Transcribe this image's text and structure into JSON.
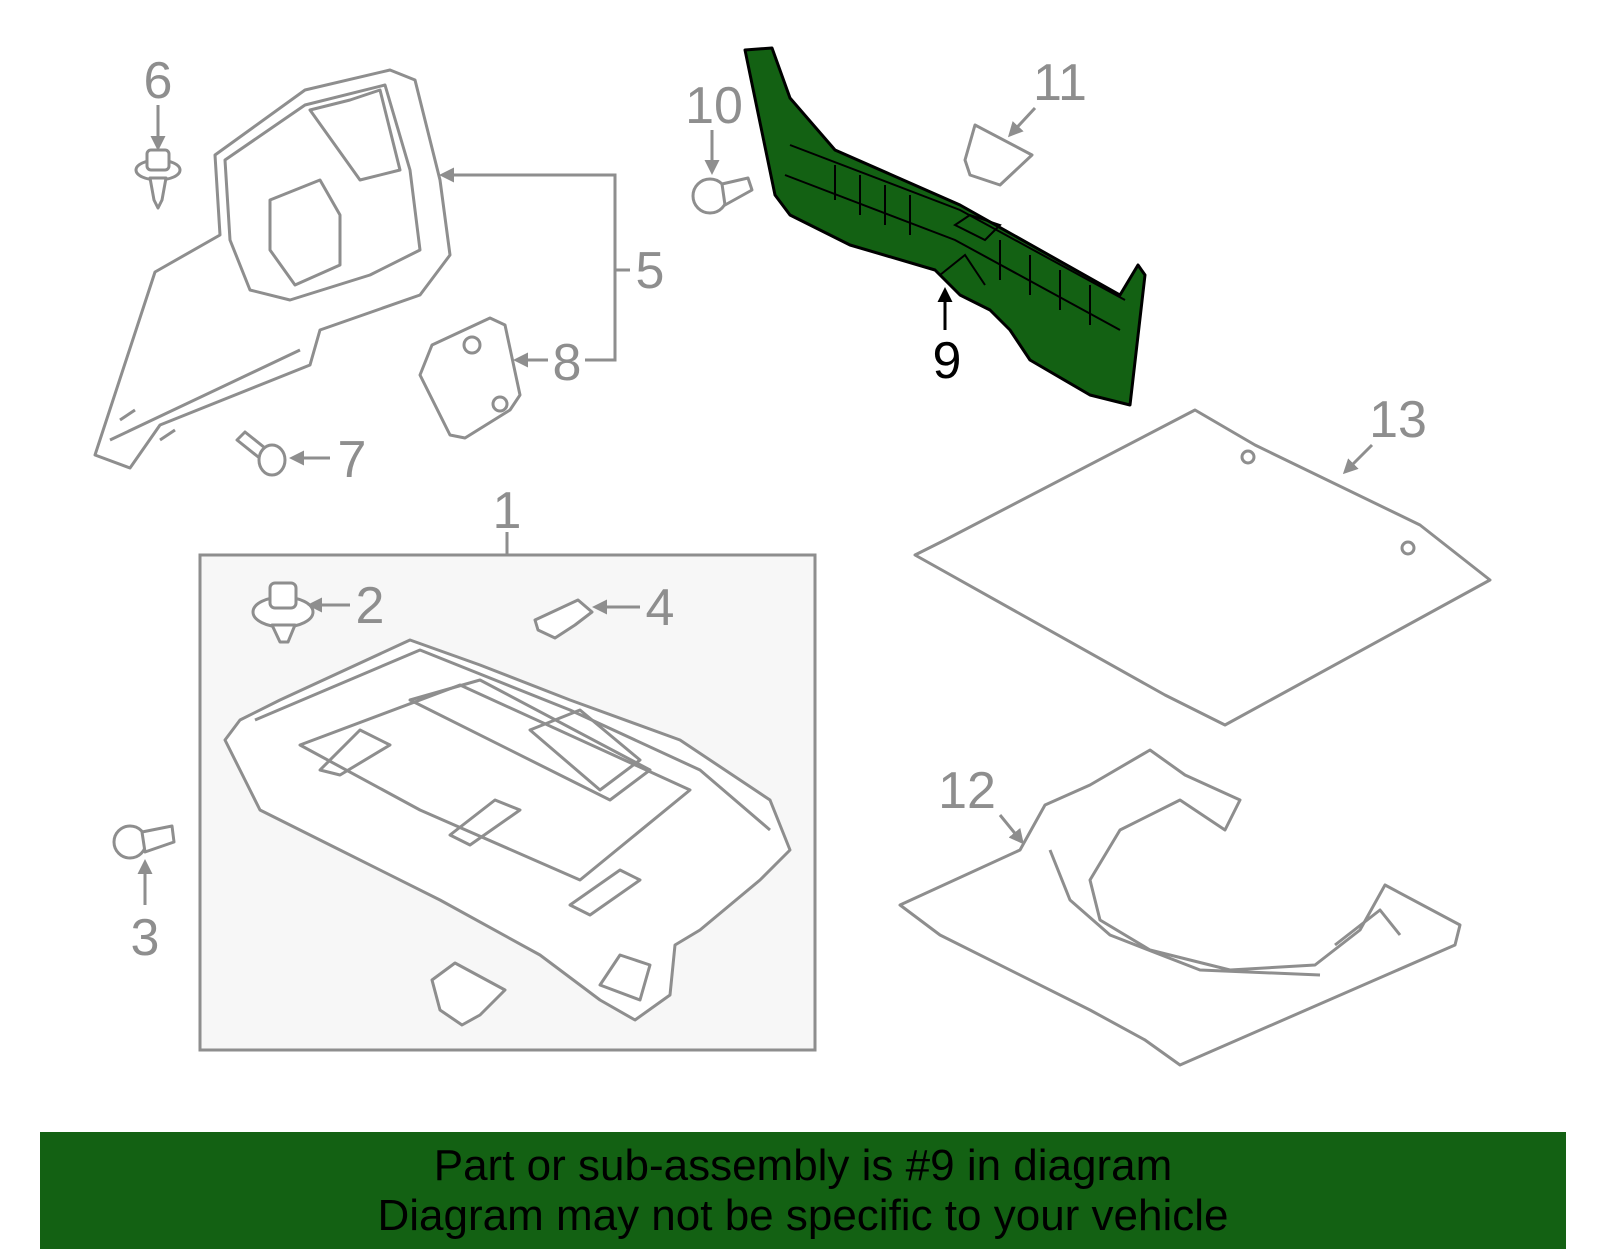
{
  "callouts": {
    "c1": "1",
    "c2": "2",
    "c3": "3",
    "c4": "4",
    "c5": "5",
    "c6": "6",
    "c7": "7",
    "c8": "8",
    "c9": "9",
    "c10": "10",
    "c11": "11",
    "c12": "12",
    "c13": "13"
  },
  "highlight": {
    "part_number": "9",
    "color": "#136113"
  },
  "banner": {
    "line1": "Part or sub-assembly is #9 in diagram",
    "line2": "Diagram may not be specific to your vehicle",
    "background": "#136113"
  }
}
